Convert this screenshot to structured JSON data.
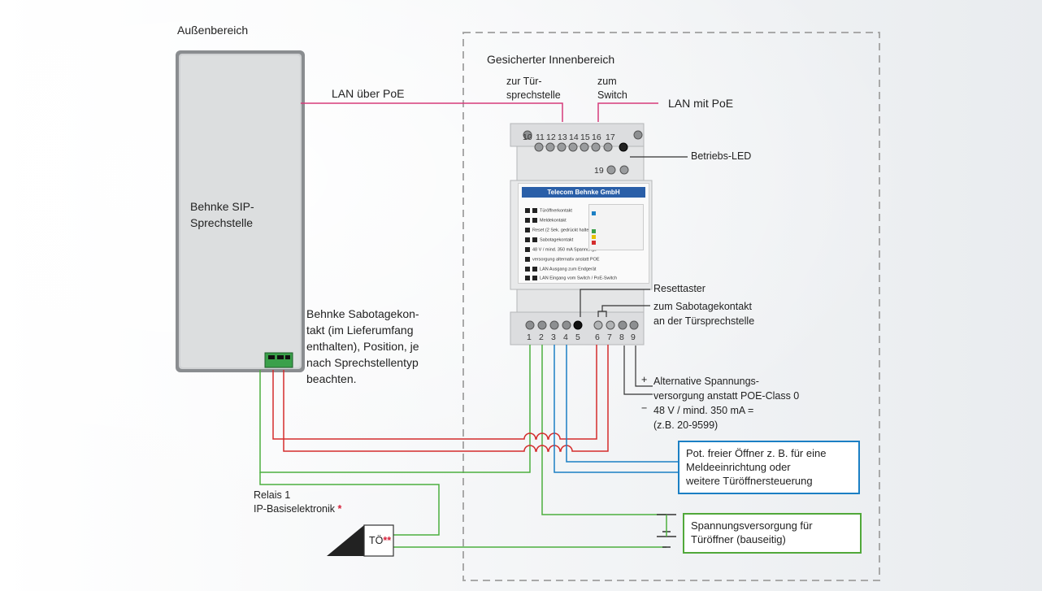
{
  "labels": {
    "outdoor": "Außenbereich",
    "secured_indoor": "Gesicherter Innenbereich",
    "station": "Behnke SIP-\nSprechstelle",
    "lan_poe_outdoor": "LAN über PoE",
    "lan_with_poe": "LAN mit PoE",
    "to_door_station": "zur Tür-\nsprechstelle",
    "to_switch": "zum\nSwitch",
    "operating_led": "Betriebs-LED",
    "reset_button": "Resettaster",
    "tamper_contact_at_station": "zum Sabotagekontakt\nan der Türsprechstelle",
    "tamper_contact_note": "Behnke Sabotagekon-\ntakt (im Lieferumfang\nenthalten), Position, je\nnach Sprechstellentyp\nbeachten.",
    "alt_power_plus": "+",
    "alt_power_minus": "−",
    "alt_power_line1": "Alternative Spannungs-",
    "alt_power_line2": "versorgung anstatt POE-Class 0",
    "alt_power_line3": "48 V / mind. 350 mA =",
    "alt_power_line4": "(z.B. 20-9599)",
    "relay_line1": "Relais 1",
    "relay_line2": "IP-Basiselektronik",
    "relay_star": "*",
    "door_opener": "TÖ",
    "door_opener_stars": "**",
    "box_potential_free": "Pot. freier Öffner z. B. für eine\nMeldeeinrichtung oder\nweitere Türöffnersteuerung",
    "box_power_supply": "Spannungsversorgung für\nTüröffner (bauseitig)"
  },
  "device": {
    "brand": "Telecom Behnke GmbH",
    "top_terminals": [
      "10",
      "11",
      "12",
      "13",
      "14",
      "15",
      "16",
      "17"
    ],
    "led_terminal": "19",
    "bottom_terminals": [
      "1",
      "2",
      "3",
      "4",
      "5",
      "6",
      "7",
      "8",
      "9"
    ]
  },
  "colors": {
    "lan": "#d63b7a",
    "green_wire": "#4caf3f",
    "red_wire": "#d42c2c",
    "blue_wire": "#1b7fc4",
    "black_wire": "#333333",
    "dashed_border": "#a9a9a9"
  }
}
